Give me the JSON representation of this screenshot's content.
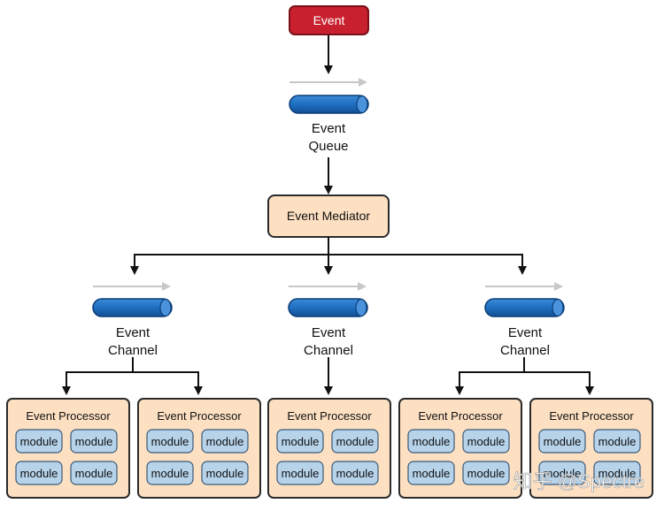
{
  "event": {
    "label": "Event"
  },
  "queue": {
    "label_line1": "Event",
    "label_line2": "Queue"
  },
  "mediator": {
    "label": "Event Mediator"
  },
  "channels": [
    {
      "label_line1": "Event",
      "label_line2": "Channel"
    },
    {
      "label_line1": "Event",
      "label_line2": "Channel"
    },
    {
      "label_line1": "Event",
      "label_line2": "Channel"
    }
  ],
  "processors": [
    {
      "title": "Event Processor",
      "modules": [
        "module",
        "module",
        "module",
        "module"
      ]
    },
    {
      "title": "Event Processor",
      "modules": [
        "module",
        "module",
        "module",
        "module"
      ]
    },
    {
      "title": "Event Processor",
      "modules": [
        "module",
        "module",
        "module",
        "module"
      ]
    },
    {
      "title": "Event Processor",
      "modules": [
        "module",
        "module",
        "module",
        "module"
      ]
    },
    {
      "title": "Event Processor",
      "modules": [
        "module",
        "module",
        "module",
        "module"
      ]
    }
  ],
  "watermark": "知乎 @Spectre",
  "colors": {
    "event_fill": "#c8202f",
    "event_stroke": "#7a1118",
    "pipe_fill": "#1e6fc1",
    "pipe_stroke": "#0b3f78",
    "box_fill": "#fde0c2",
    "box_stroke": "#2a2a2a",
    "module_fill": "#b7d3ea",
    "module_stroke": "#3a5a78",
    "arrow": "#111111",
    "flow_arrow": "#c8c8c8"
  }
}
